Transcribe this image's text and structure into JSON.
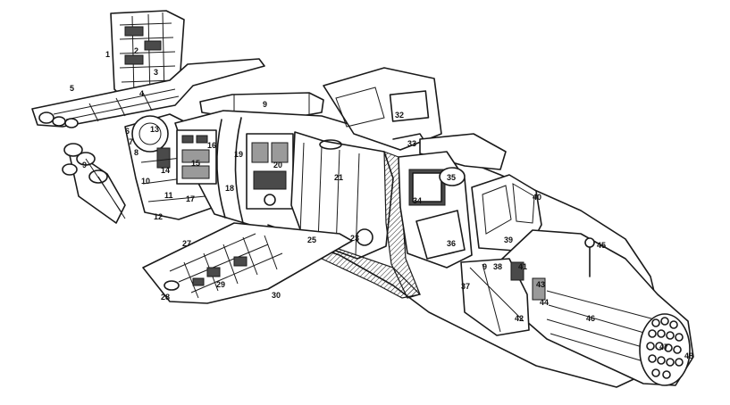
{
  "callouts": [
    {
      "id": "c1",
      "text": "1"
    },
    {
      "id": "c2",
      "text": "2"
    },
    {
      "id": "c3",
      "text": "3"
    },
    {
      "id": "c4",
      "text": "4"
    },
    {
      "id": "c5",
      "text": "5"
    },
    {
      "id": "c6",
      "text": "6"
    },
    {
      "id": "c7",
      "text": "7"
    },
    {
      "id": "c8",
      "text": "8"
    },
    {
      "id": "c9a",
      "text": "9"
    },
    {
      "id": "c9b",
      "text": "9"
    },
    {
      "id": "c9c",
      "text": "9"
    },
    {
      "id": "c10",
      "text": "10"
    },
    {
      "id": "c11",
      "text": "11"
    },
    {
      "id": "c12",
      "text": "12"
    },
    {
      "id": "c13",
      "text": "13"
    },
    {
      "id": "c14",
      "text": "14"
    },
    {
      "id": "c15",
      "text": "15"
    },
    {
      "id": "c16",
      "text": "16"
    },
    {
      "id": "c17",
      "text": "17"
    },
    {
      "id": "c18",
      "text": "18"
    },
    {
      "id": "c19",
      "text": "19"
    },
    {
      "id": "c20",
      "text": "20"
    },
    {
      "id": "c21",
      "text": "21"
    },
    {
      "id": "c23",
      "text": "23"
    },
    {
      "id": "c25",
      "text": "25"
    },
    {
      "id": "c27",
      "text": "27"
    },
    {
      "id": "c28",
      "text": "28"
    },
    {
      "id": "c29",
      "text": "29"
    },
    {
      "id": "c30",
      "text": "30"
    },
    {
      "id": "c32",
      "text": "32"
    },
    {
      "id": "c33",
      "text": "33"
    },
    {
      "id": "c34",
      "text": "34"
    },
    {
      "id": "c35",
      "text": "35"
    },
    {
      "id": "c36",
      "text": "36"
    },
    {
      "id": "c37",
      "text": "37"
    },
    {
      "id": "c38",
      "text": "38"
    },
    {
      "id": "c39",
      "text": "39"
    },
    {
      "id": "c40",
      "text": "40"
    },
    {
      "id": "c41",
      "text": "41"
    },
    {
      "id": "c42",
      "text": "42"
    },
    {
      "id": "c43",
      "text": "43"
    },
    {
      "id": "c44",
      "text": "44"
    },
    {
      "id": "c45",
      "text": "45"
    },
    {
      "id": "c46",
      "text": "46"
    },
    {
      "id": "c47",
      "text": "47"
    },
    {
      "id": "c48",
      "text": "48"
    }
  ]
}
